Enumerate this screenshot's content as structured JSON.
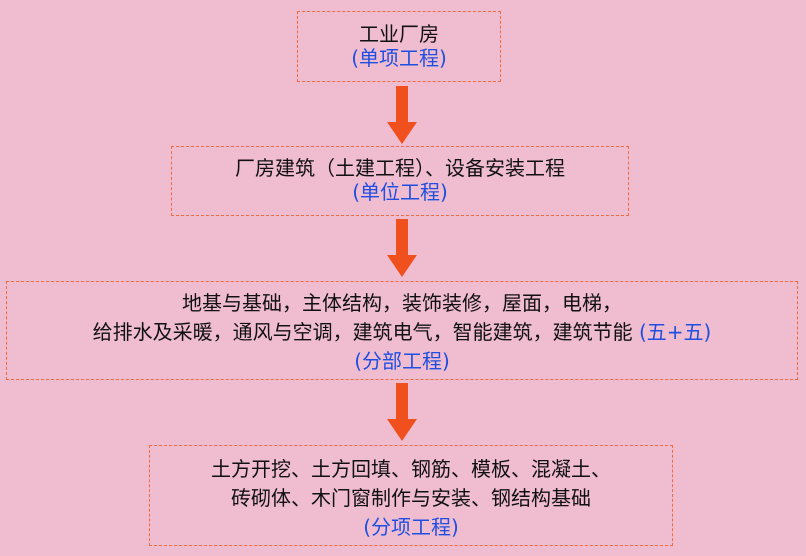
{
  "colors": {
    "background": "#f0bcd0",
    "box_border": "#f26a3d",
    "arrow": "#f0501e",
    "note_blue": "#1f4fe0"
  },
  "levels": [
    {
      "lines": [
        "工业厂房"
      ],
      "note": "(单项工程)"
    },
    {
      "lines": [
        "厂房建筑（土建工程）、设备安装工程"
      ],
      "note": "(单位工程)"
    },
    {
      "lines": [
        "地基与基础，主体结构，装饰装修，屋面，电梯，",
        "给排水及采暖，通风与空调，建筑电气，智能建筑，建筑节能"
      ],
      "line_suffix": "(五+五)",
      "note": "(分部工程)"
    },
    {
      "lines": [
        "土方开挖、土方回填、钢筋、模板、混凝土、",
        "砖砌体、木门窗制作与安装、钢结构基础"
      ],
      "note": "(分项工程)"
    }
  ]
}
